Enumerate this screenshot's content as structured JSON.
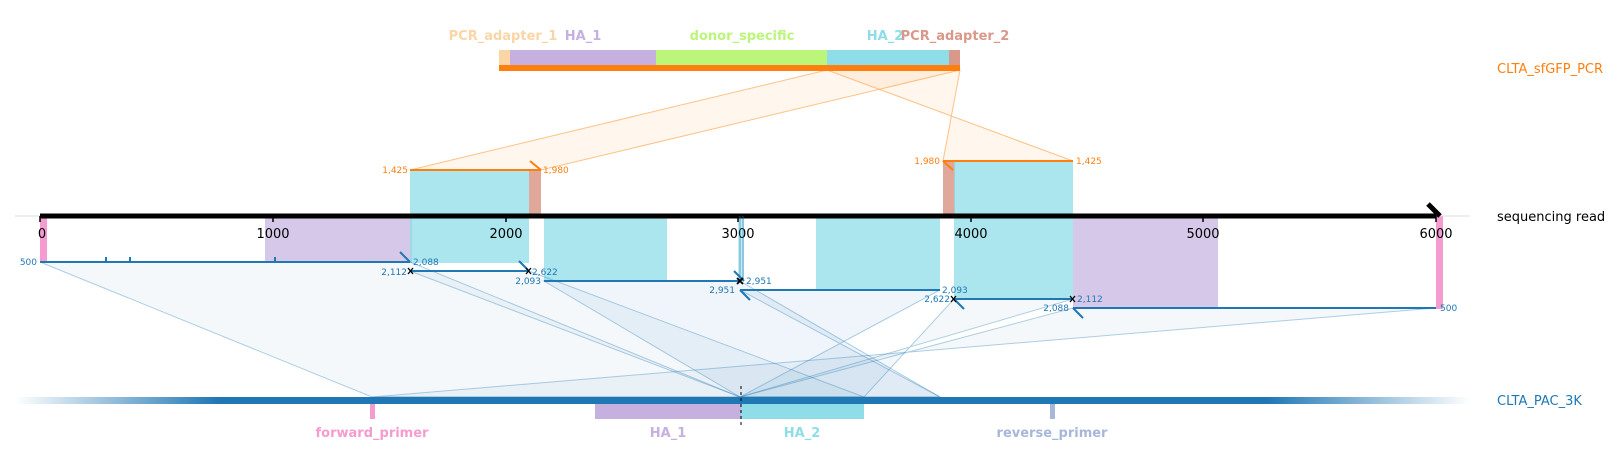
{
  "colors": {
    "pcr_orange": "#ff7f0e",
    "pac_blue": "#1f77b4",
    "pcr_adapter_1": "#fad5a5",
    "ha_1": "#c5b0e0",
    "donor_specific": "#bbf57a",
    "ha_2": "#8fdde8",
    "pcr_adapter_2": "#d9998a",
    "forward_primer": "#f49ccf",
    "reverse_primer": "#a7b7d9",
    "read_black": "#000000"
  },
  "tracks": {
    "pcr": "CLTA_sfGFP_PCR",
    "read": "sequencing read",
    "pac": "CLTA_PAC_3K"
  },
  "pcr_features": [
    {
      "key": "pcr_adapter_1",
      "label": "PCR_adapter_1",
      "color": "#fad5a5"
    },
    {
      "key": "ha_1",
      "label": "HA_1",
      "color": "#c5b0e0"
    },
    {
      "key": "donor_specific",
      "label": "donor_specific",
      "color": "#bbf57a"
    },
    {
      "key": "ha_2",
      "label": "HA_2",
      "color": "#8fdde8"
    },
    {
      "key": "pcr_adapter_2",
      "label": "PCR_adapter_2",
      "color": "#d9998a"
    }
  ],
  "pac_features": [
    {
      "key": "forward_primer",
      "label": "forward_primer",
      "color": "#f49ccf"
    },
    {
      "key": "ha_1",
      "label": "HA_1",
      "color": "#c5b0e0"
    },
    {
      "key": "ha_2",
      "label": "HA_2",
      "color": "#8fdde8"
    },
    {
      "key": "reverse_primer",
      "label": "reverse_primer",
      "color": "#a7b7d9"
    }
  ],
  "axis": {
    "ticks": [
      "0",
      "1000",
      "2000",
      "3000",
      "4000",
      "5000",
      "6000"
    ],
    "range": [
      0,
      6000
    ]
  },
  "pcr_alignments": [
    {
      "left_label": "1,425",
      "right_label": "1,980"
    },
    {
      "left_label": "1,980",
      "right_label": "1,425"
    }
  ],
  "pac_alignments": [
    {
      "left_label": "500",
      "right_label": "2,088"
    },
    {
      "left_label": "2,112",
      "right_label": "2,622"
    },
    {
      "left_label": "2,093",
      "right_label": "2,951"
    },
    {
      "left_label": "2,951",
      "right_label": "2,093"
    },
    {
      "left_label": "2,622",
      "right_label": "2,112"
    },
    {
      "left_label": "2,088",
      "right_label": "500"
    }
  ]
}
